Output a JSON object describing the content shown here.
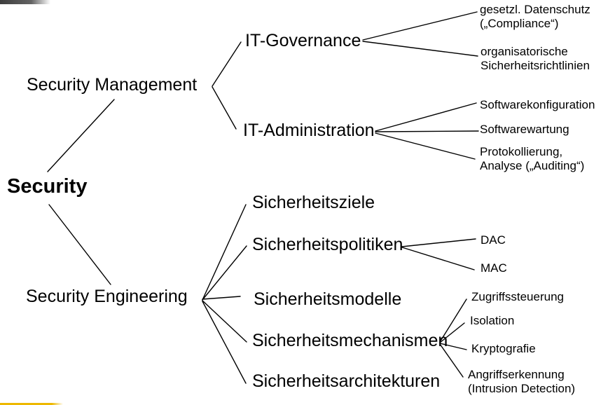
{
  "diagram_title": "Security taxonomy mind map",
  "colors": {
    "background": "#ffffff",
    "text": "#000000",
    "connector": "#000000",
    "footer_accent": "#edb800",
    "header_fragment": "#2e2e2e"
  },
  "nodes": {
    "root": {
      "label": "Security"
    },
    "management": {
      "label": "Security Management"
    },
    "engineering": {
      "label": "Security Engineering"
    },
    "governance": {
      "label": "IT-Governance"
    },
    "administration": {
      "label": "IT-Administration"
    },
    "ziele": {
      "label": "Sicherheitsziele"
    },
    "politiken": {
      "label": "Sicherheitspolitiken"
    },
    "modelle": {
      "label": "Sicherheitsmodelle"
    },
    "mechanismen": {
      "label": "Sicherheitsmechanismen"
    },
    "architekturen": {
      "label": "Sicherheitsarchitekturen"
    }
  },
  "leaves": {
    "datenschutz": {
      "label": "gesetzl. Datenschutz\n(„Compliance“)"
    },
    "richtlinien": {
      "label": "organisatorische\nSicherheitsrichtlinien"
    },
    "konfiguration": {
      "label": "Softwarekonfiguration"
    },
    "wartung": {
      "label": "Softwarewartung"
    },
    "protokollierung": {
      "label": "Protokollierung,\nAnalyse („Auditing“)"
    },
    "dac": {
      "label": "DAC"
    },
    "mac": {
      "label": "MAC"
    },
    "zugriff": {
      "label": "Zugriffssteuerung"
    },
    "isolation": {
      "label": "Isolation"
    },
    "krypto": {
      "label": "Kryptografie"
    },
    "angriff": {
      "label": "Angriffserkennung\n(Intrusion Detection)"
    }
  }
}
